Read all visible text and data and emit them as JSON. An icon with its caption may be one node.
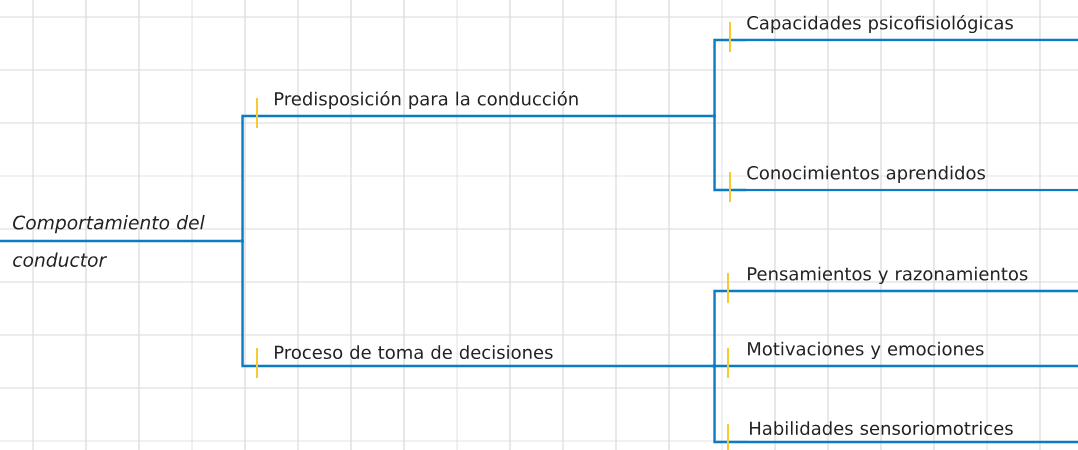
{
  "diagram": {
    "nodes": [
      {
        "text": [
          "Comportamiento del conductor"
        ]
      },
      {
        "text": [
          "Predisposición para la conducción"
        ]
      },
      {
        "text": [
          "Proceso de toma de decisiones"
        ]
      },
      {
        "text": [
          "Capacidades psicofisiológicas"
        ]
      },
      {
        "text": [
          "Conocimientos aprendidos"
        ]
      },
      {
        "text": [
          "Pensamientos y razonamientos"
        ]
      },
      {
        "text": [
          "Motivaciones y emociones"
        ]
      },
      {
        "text": [
          "Habilidades sensoriomotrices"
        ]
      }
    ],
    "edges": [
      {
        "from": 0,
        "to": 1,
        "arrow": "none"
      },
      {
        "from": 0,
        "to": 2,
        "arrow": "none"
      },
      {
        "from": 1,
        "to": 3,
        "arrow": "none"
      },
      {
        "from": 1,
        "to": 4,
        "arrow": "none"
      },
      {
        "from": 2,
        "to": 5,
        "arrow": "none"
      },
      {
        "from": 2,
        "to": 6,
        "arrow": "none"
      },
      {
        "from": 2,
        "to": 7,
        "arrow": "none"
      }
    ]
  }
}
